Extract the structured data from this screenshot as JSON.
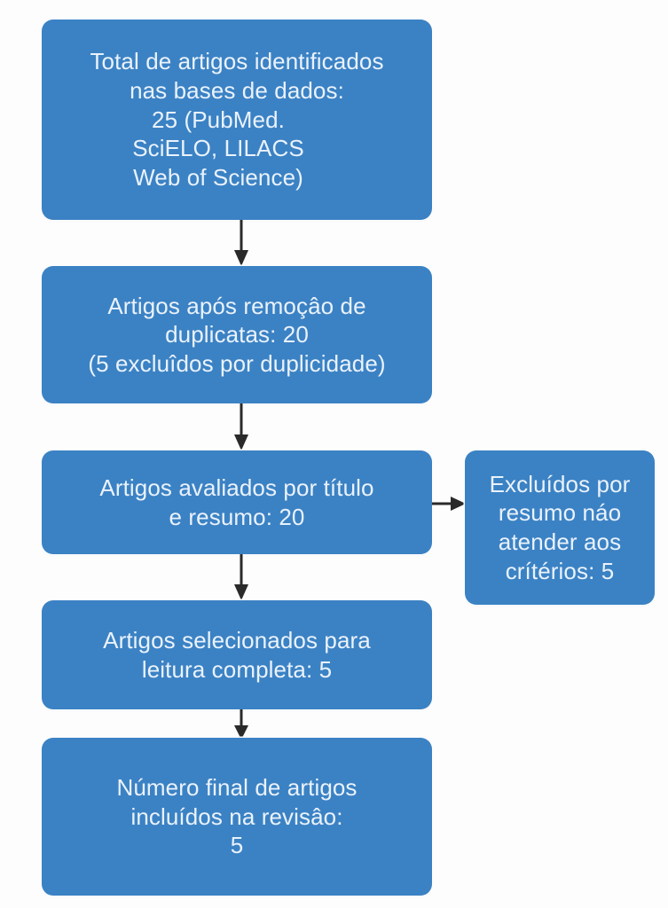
{
  "diagram": {
    "title": "Fluxograma de selecao de artigos",
    "colors": {
      "node_fill": "#3b82c4",
      "node_text": "#eaf2fb",
      "connector": "#2a2a2a",
      "background": "#fdfdfd"
    },
    "nodes": [
      {
        "id": "identified",
        "name": "total-identified",
        "lines": [
          "Total de artigos identificados",
          "nas bases de dados:",
          "25 (PubMed.",
          "SciELO, LILACS",
          "Web of Science)"
        ],
        "count": 25,
        "databases": [
          "PubMed",
          "SciELO",
          "LILACS",
          "Web of Science"
        ]
      },
      {
        "id": "deduplicated",
        "name": "after-duplicate-removal",
        "lines": [
          "Artigos após remoçâo de",
          "duplicatas: 20",
          "(5 excluîdos por duplicidade)"
        ],
        "count": 20,
        "removed": 5
      },
      {
        "id": "screened",
        "name": "screened-title-abstract",
        "lines": [
          "Artigos avaliados por título",
          "e resumo: 20"
        ],
        "count": 20
      },
      {
        "id": "excluded",
        "name": "excluded-by-abstract",
        "lines": [
          "Excluídos por",
          "resumo náo",
          "atender aos",
          "crítérios: 5"
        ],
        "count": 5
      },
      {
        "id": "fulltext",
        "name": "selected-full-text",
        "lines": [
          "Artigos selecionados para",
          "leitura completa: 5"
        ],
        "count": 5
      },
      {
        "id": "included",
        "name": "final-included",
        "lines": [
          "Número final de artigos",
          "incluídos na revisâo:",
          "5"
        ],
        "count": 5
      }
    ],
    "connectors": [
      {
        "id": "c1",
        "name": "arrow-identified-to-deduplicated",
        "direction": "down",
        "from": "identified",
        "to": "deduplicated"
      },
      {
        "id": "c2",
        "name": "arrow-deduplicated-to-screened",
        "direction": "down",
        "from": "deduplicated",
        "to": "screened"
      },
      {
        "id": "c3",
        "name": "arrow-screened-to-excluded",
        "direction": "right",
        "from": "screened",
        "to": "excluded"
      },
      {
        "id": "c4",
        "name": "arrow-screened-to-fulltext",
        "direction": "down",
        "from": "screened",
        "to": "fulltext"
      },
      {
        "id": "c5",
        "name": "arrow-fulltext-to-included",
        "direction": "down",
        "from": "fulltext",
        "to": "included"
      }
    ]
  }
}
